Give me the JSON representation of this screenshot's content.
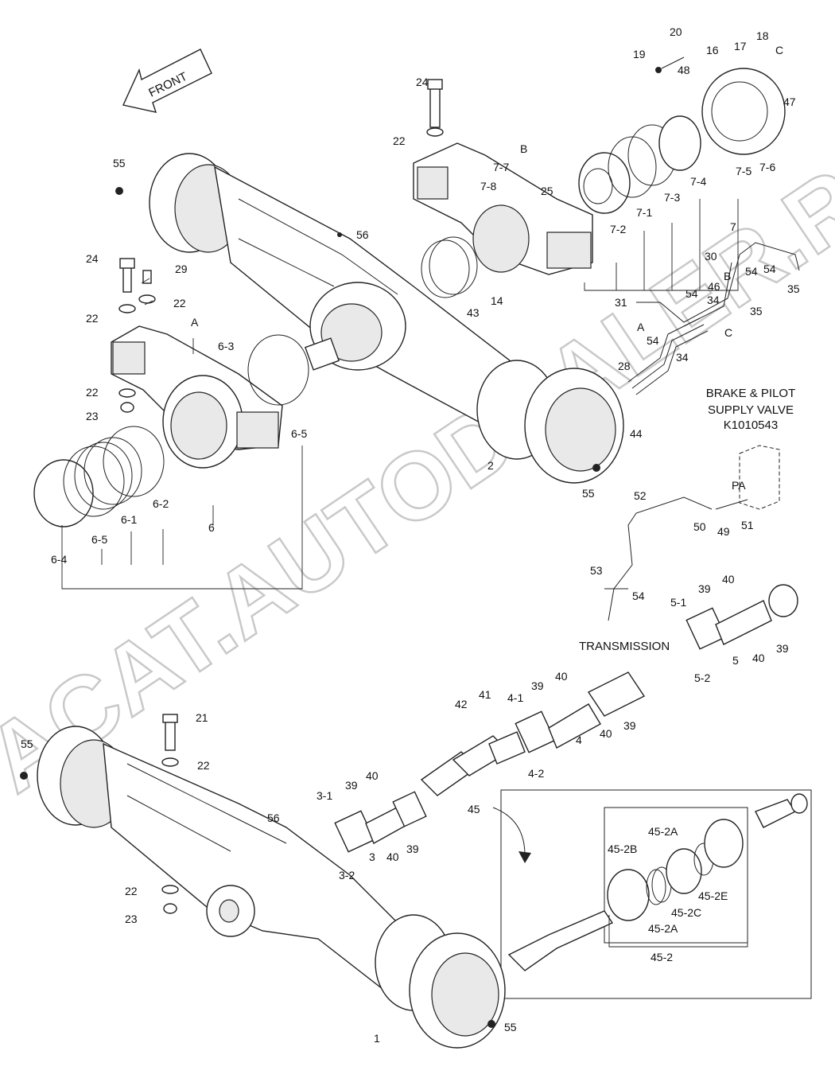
{
  "front_arrow": "FRONT",
  "watermark": "ACAT.AUTODEALER.RU",
  "valve_title": [
    "BRAKE & PILOT",
    "SUPPLY VALVE",
    "K1010543"
  ],
  "valve_port": "PA",
  "transmission_label": "TRANSMISSION",
  "callouts": {
    "c20": "20",
    "c19": "19",
    "c16": "16",
    "c17": "17",
    "c18": "18",
    "cC1": "C",
    "c48": "48",
    "c47": "47",
    "c24a": "24",
    "c22a": "22",
    "cB1": "B",
    "c77": "7-7",
    "c78": "7-8",
    "c25": "25",
    "c75": "7-5",
    "c76": "7-6",
    "c74": "7-4",
    "c73": "7-3",
    "c71": "7-1",
    "c72": "7-2",
    "c7": "7",
    "c55a": "55",
    "c56a": "56",
    "c24b": "24",
    "c29": "29",
    "c22b": "22",
    "c22c": "22",
    "cA1": "A",
    "c63": "6-3",
    "c14": "14",
    "c43": "43",
    "c30": "30",
    "cB2": "B",
    "c46": "46",
    "c54a": "54",
    "c54b": "54",
    "c35a": "35",
    "c31": "31",
    "c54c": "54",
    "c34a": "34",
    "c35b": "35",
    "cC2": "C",
    "cA2": "A",
    "c54d": "54",
    "c34b": "34",
    "c28": "28",
    "c22d": "22",
    "c23a": "23",
    "c65a": "6-5",
    "c62": "6-2",
    "c61": "6-1",
    "c65b": "6-5",
    "c6": "6",
    "c64": "6-4",
    "c2": "2",
    "c44": "44",
    "c55b": "55",
    "c52": "52",
    "c50": "50",
    "c49": "49",
    "c51": "51",
    "c53": "53",
    "c54e": "54",
    "c40a": "40",
    "c39a": "39",
    "c51b": "5-1",
    "c39b": "39",
    "c40b": "40",
    "c5": "5",
    "c52b": "5-2",
    "c40c": "40",
    "c39c": "39",
    "c41": "41",
    "c42": "42",
    "c41b": "4-1",
    "c4": "4",
    "c40d": "40",
    "c39d": "39",
    "c42b": "4-2",
    "c21": "21",
    "c22e": "22",
    "c55c": "55",
    "c40e": "40",
    "c39e": "39",
    "c31b": "3-1",
    "c56b": "56",
    "c45": "45",
    "c3": "3",
    "c40f": "40",
    "c39f": "39",
    "c32": "3-2",
    "c452a1": "45-2A",
    "c452b": "45-2B",
    "c452e": "45-2E",
    "c452c": "45-2C",
    "c452a2": "45-2A",
    "c452": "45-2",
    "c22f": "22",
    "c23b": "23",
    "c1": "1",
    "c55d": "55"
  }
}
